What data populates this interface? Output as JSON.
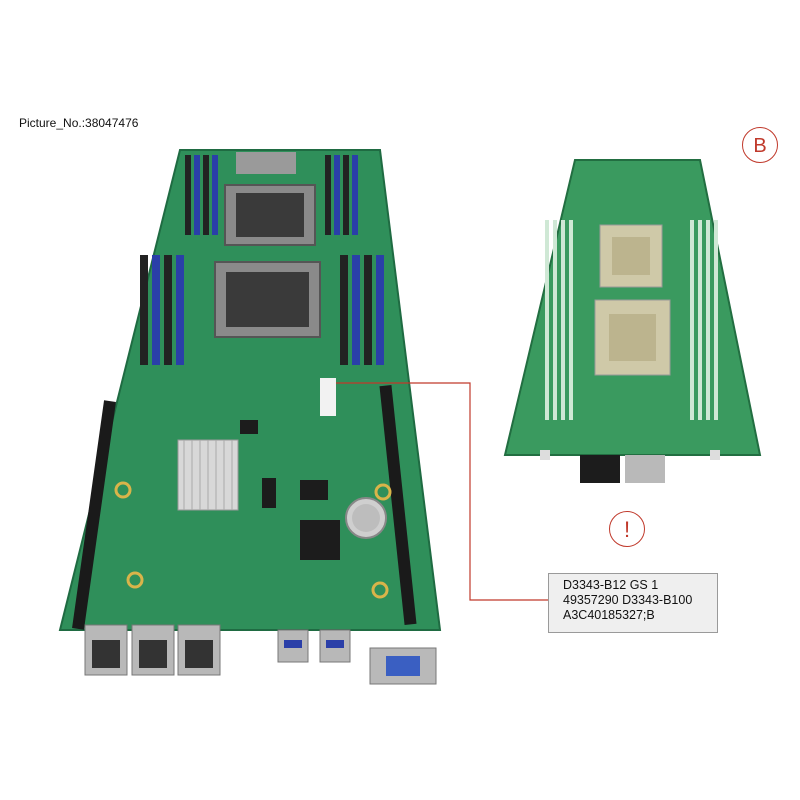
{
  "caption": "Picture_No.:38047476",
  "marker_b": "B",
  "marker_warning": "!",
  "label": {
    "line1": "D3343-B12 GS 1",
    "line2": "49357290 D3343-B100",
    "line3": "A3C40185327;B"
  },
  "colors": {
    "pcb_green": "#2f8f5a",
    "accent_red": "#c0392b",
    "dimm_blue": "#2a3fa8"
  }
}
